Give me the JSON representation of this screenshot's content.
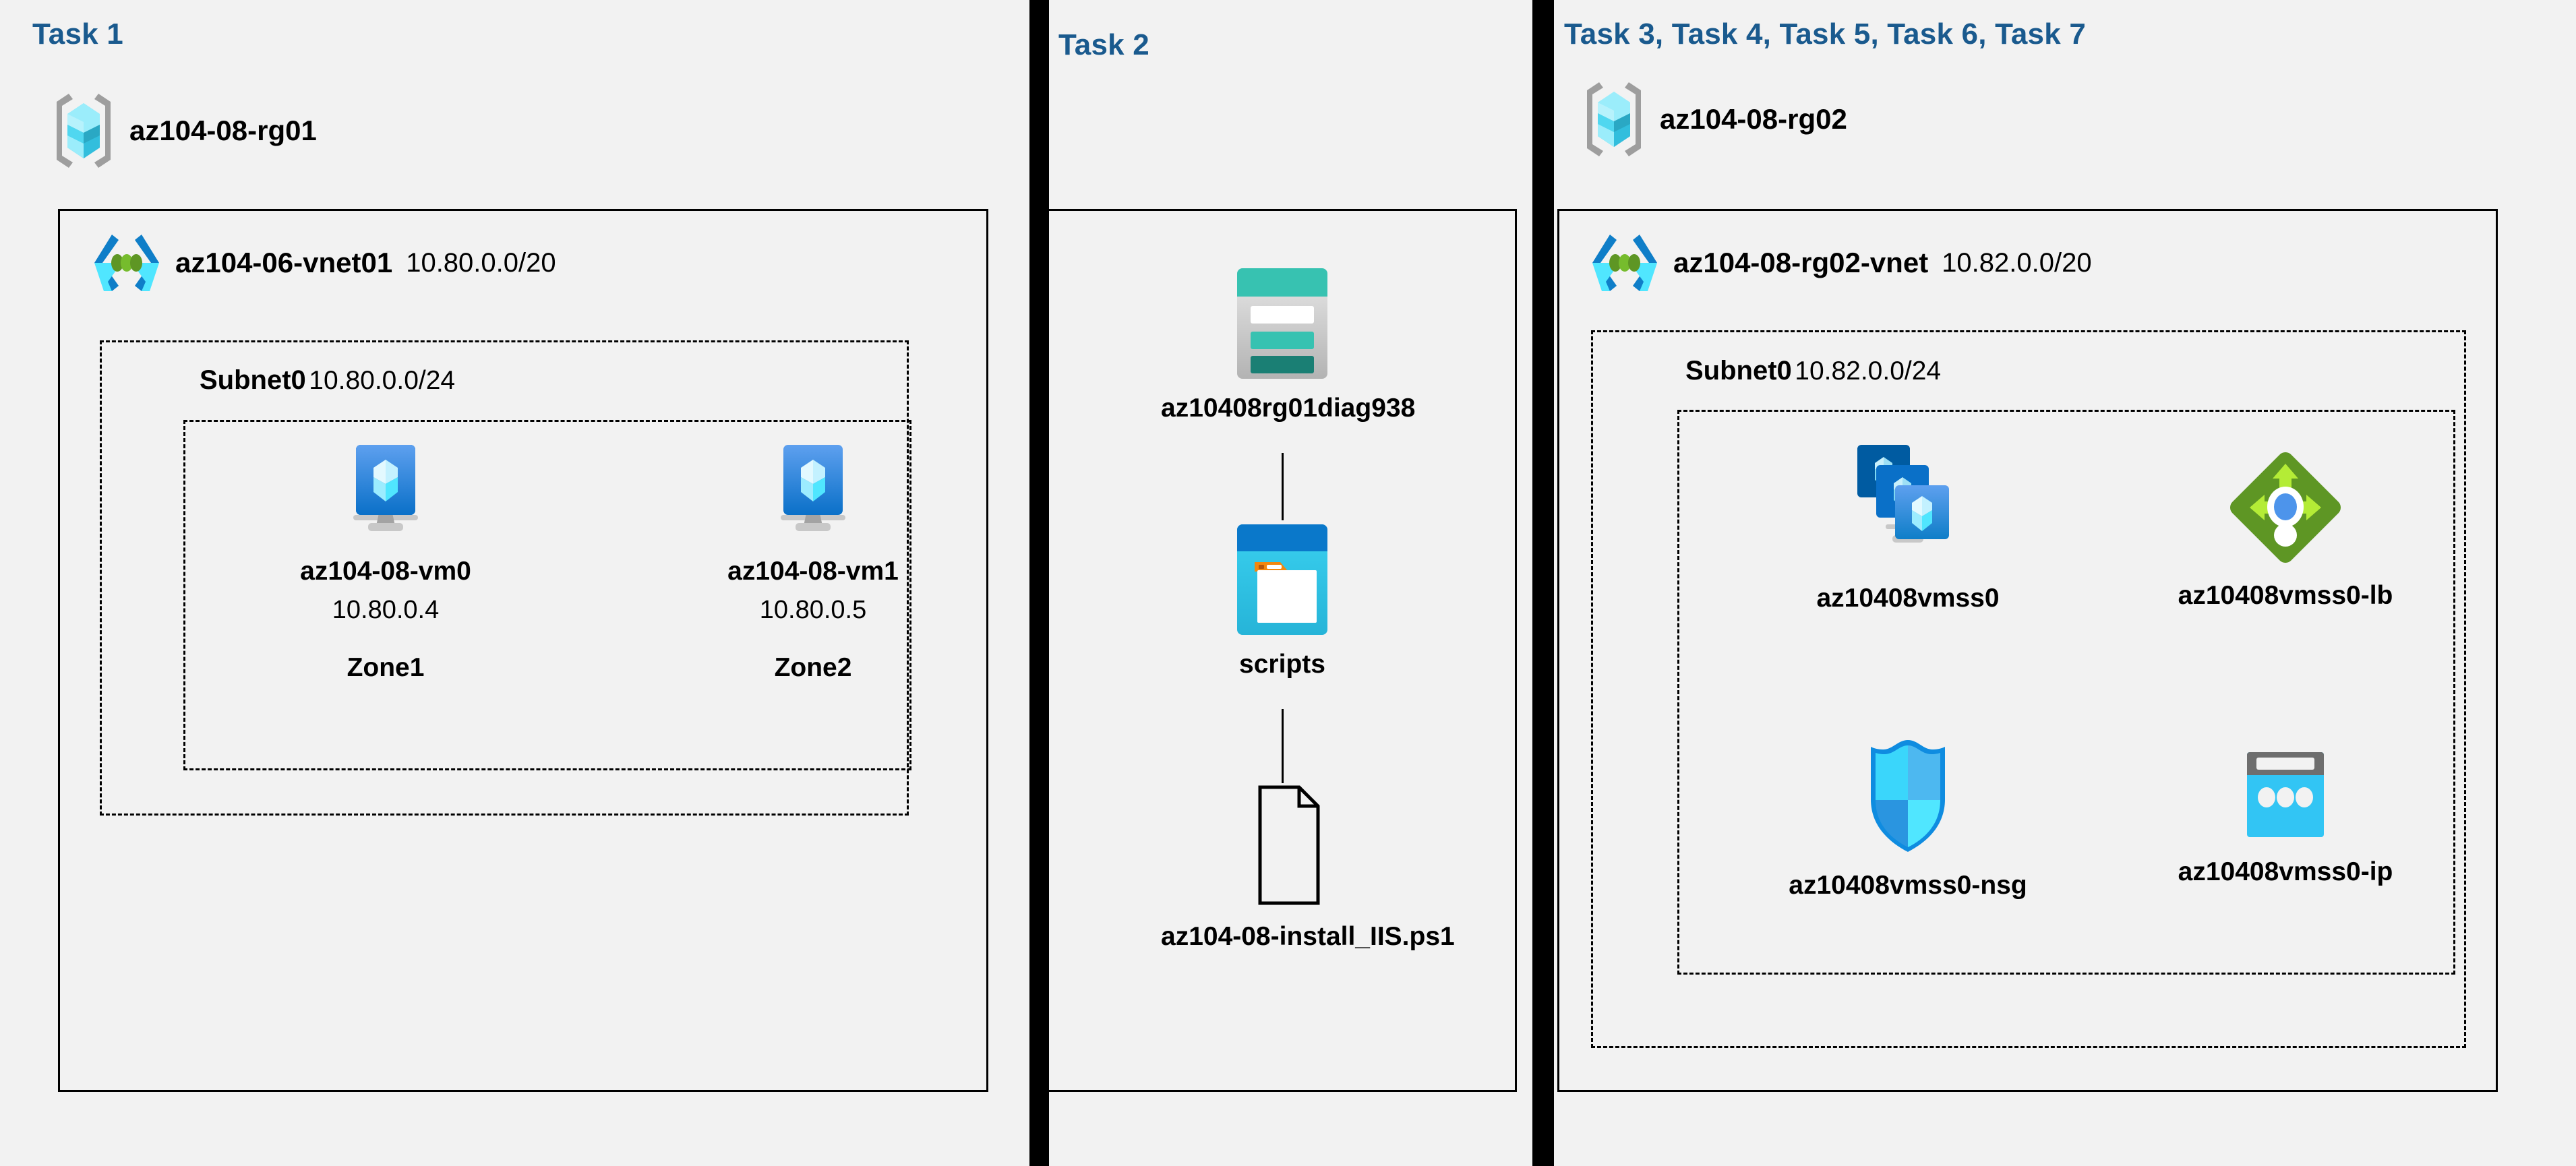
{
  "panels": [
    {
      "id": "task1",
      "title": "Task 1",
      "resource_group": {
        "name": "az104-08-rg01",
        "icon": "resource-group-icon"
      },
      "vnet": {
        "name": "az104-06-vnet01",
        "cidr": "10.80.0.0/20",
        "icon": "virtual-network-icon"
      },
      "subnet": {
        "name": "Subnet0",
        "cidr": "10.80.0.0/24"
      },
      "vms": [
        {
          "name": "az104-08-vm0",
          "ip": "10.80.0.4",
          "zone": "Zone1",
          "icon": "virtual-machine-icon"
        },
        {
          "name": "az104-08-vm1",
          "ip": "10.80.0.5",
          "zone": "Zone2",
          "icon": "virtual-machine-icon"
        }
      ]
    },
    {
      "id": "task2",
      "title": "Task 2",
      "items": [
        {
          "name": "az10408rg01diag938",
          "icon": "storage-account-icon"
        },
        {
          "name": "scripts",
          "icon": "blob-container-icon"
        },
        {
          "name": "az104-08-install_IIS.ps1",
          "icon": "script-file-icon"
        }
      ]
    },
    {
      "id": "task3-7",
      "title": "Task 3, Task 4, Task 5, Task 6, Task 7",
      "resource_group": {
        "name": "az104-08-rg02",
        "icon": "resource-group-icon"
      },
      "vnet": {
        "name": "az104-08-rg02-vnet",
        "cidr": "10.82.0.0/20",
        "icon": "virtual-network-icon"
      },
      "subnet": {
        "name": "Subnet0",
        "cidr": "10.82.0.0/24"
      },
      "resources": [
        {
          "name": "az10408vmss0",
          "icon": "vm-scale-set-icon"
        },
        {
          "name": "az10408vmss0-lb",
          "icon": "load-balancer-icon"
        },
        {
          "name": "az10408vmss0-nsg",
          "icon": "network-security-group-icon"
        },
        {
          "name": "az10408vmss0-ip",
          "icon": "public-ip-address-icon"
        }
      ]
    }
  ],
  "colors": {
    "title_blue": "#1a5a8e",
    "background": "#f2f2f2",
    "border_black": "#000000",
    "azure_cyan": "#32bedd",
    "azure_blue": "#0078d4",
    "storage_teal": "#37c2b1",
    "lb_green": "#5e9624",
    "nsg_blue": "#32bedd"
  }
}
